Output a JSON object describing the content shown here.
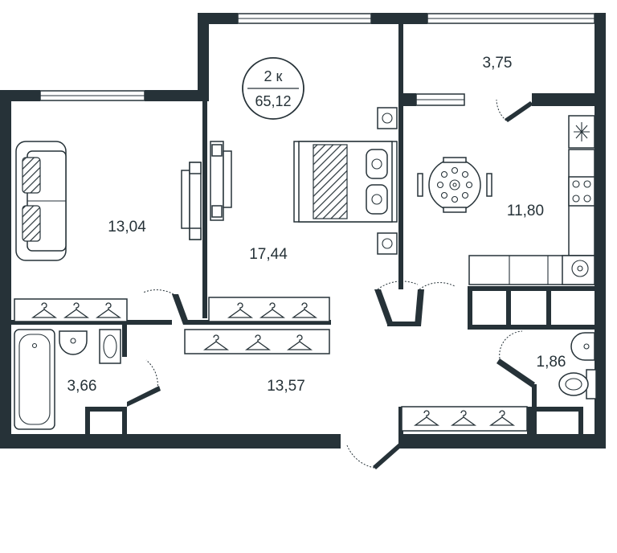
{
  "apartment": {
    "rooms_label": "2 к",
    "total_area": "65,12"
  },
  "rooms": {
    "living": "13,04",
    "bedroom": "17,44",
    "balcony": "3,75",
    "kitchen": "11,80",
    "bathroom": "3,66",
    "hall": "13,57",
    "wc": "1,86"
  },
  "colors": {
    "walls": "#263238",
    "background": "#ffffff"
  },
  "icons": [
    "sofa-icon",
    "bed-icon",
    "dining-table-icon",
    "stove-icon",
    "sink-icon",
    "bathtub-icon",
    "toilet-icon",
    "hanger-icon",
    "washbasin-icon",
    "washing-machine-icon",
    "tv-icon"
  ]
}
